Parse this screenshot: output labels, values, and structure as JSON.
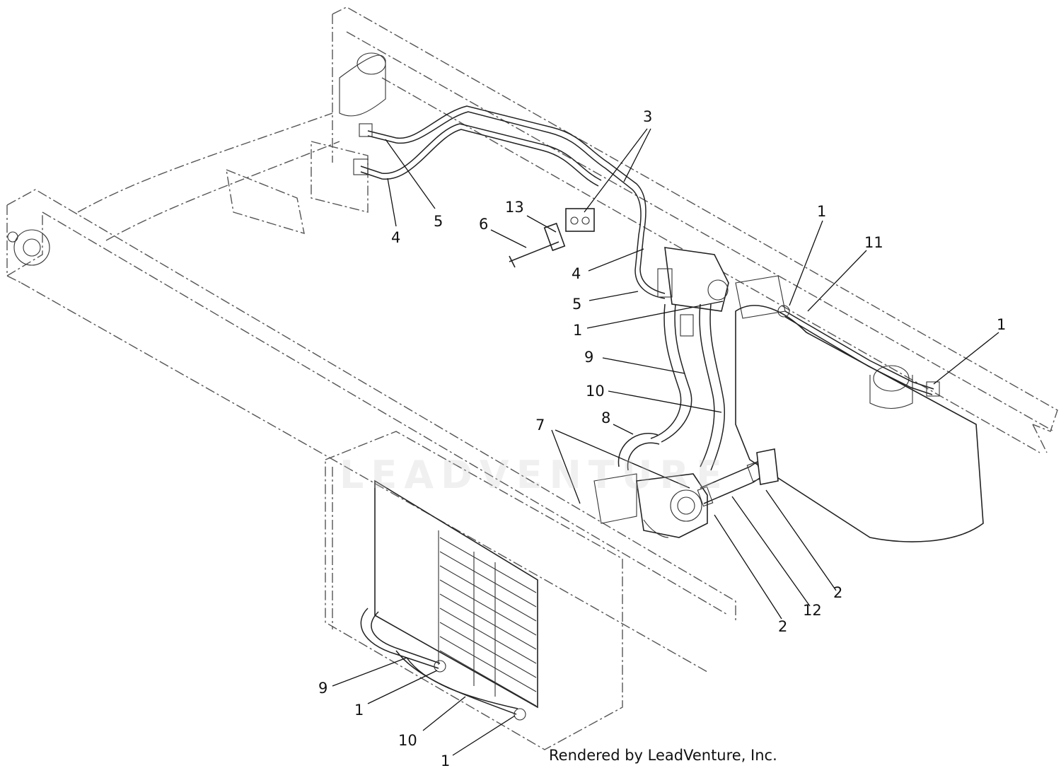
{
  "callouts": [
    {
      "label": "3"
    },
    {
      "label": "13"
    },
    {
      "label": "6"
    },
    {
      "label": "5"
    },
    {
      "label": "4"
    },
    {
      "label": "4"
    },
    {
      "label": "5"
    },
    {
      "label": "1"
    },
    {
      "label": "11"
    },
    {
      "label": "1"
    },
    {
      "label": "1"
    },
    {
      "label": "9"
    },
    {
      "label": "10"
    },
    {
      "label": "8"
    },
    {
      "label": "7"
    },
    {
      "label": "2"
    },
    {
      "label": "12"
    },
    {
      "label": "2"
    },
    {
      "label": "9"
    },
    {
      "label": "1"
    },
    {
      "label": "10"
    },
    {
      "label": "1"
    }
  ],
  "credit": "Rendered by LeadVenture, Inc.",
  "watermark": "LEADVENTURE"
}
